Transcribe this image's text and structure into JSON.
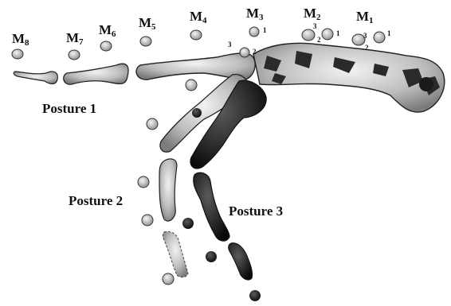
{
  "markers": [
    {
      "id": "M8",
      "base": "M",
      "sub": "8"
    },
    {
      "id": "M7",
      "base": "M",
      "sub": "7"
    },
    {
      "id": "M6",
      "base": "M",
      "sub": "6"
    },
    {
      "id": "M5",
      "base": "M",
      "sub": "5"
    },
    {
      "id": "M4",
      "base": "M",
      "sub": "4"
    },
    {
      "id": "M3",
      "base": "M",
      "sub": "3"
    },
    {
      "id": "M2",
      "base": "M",
      "sub": "2"
    },
    {
      "id": "M1",
      "base": "M",
      "sub": "1"
    }
  ],
  "marker_point_numbers": {
    "m3": [
      "3",
      "1",
      "2"
    ],
    "m2": [
      "3",
      "2",
      "1"
    ],
    "m1": [
      "3",
      "1",
      "2"
    ]
  },
  "postures": {
    "posture1": "Posture 1",
    "posture2": "Posture 2",
    "posture3": "Posture 3"
  },
  "colors": {
    "bone_light": "#d4d4d4",
    "bone_mid": "#a9a9a9",
    "bone_dark": "#1c1c1c",
    "outline": "#222222",
    "marker_fill": "#b8b8b8"
  }
}
